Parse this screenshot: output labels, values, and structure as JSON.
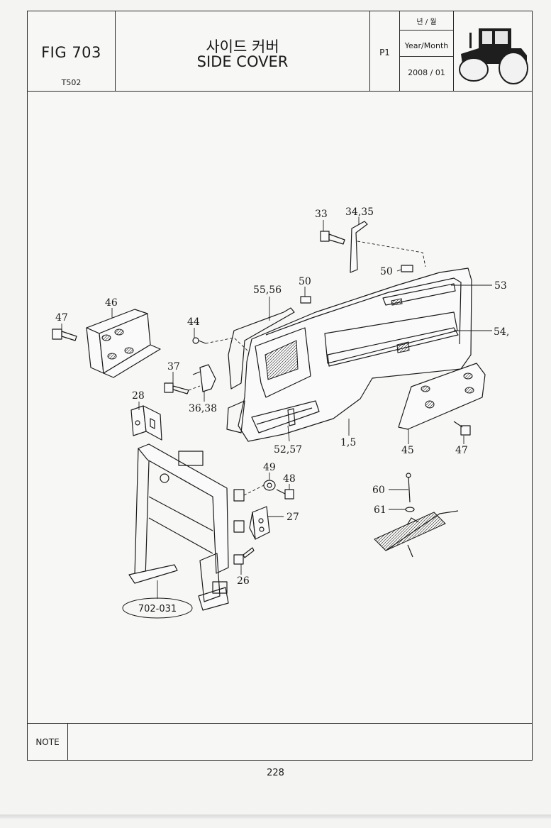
{
  "header": {
    "fig_number": "FIG 703",
    "model": "T502",
    "title_korean": "사이드 커버",
    "title_english": "SIDE COVER",
    "page": "P1",
    "date_label_korean": "년 / 월",
    "date_label_english": "Year/Month",
    "date_value": "2008 / 01"
  },
  "icons": {
    "tractor": "tractor-icon"
  },
  "callouts": [
    "33",
    "34,35",
    "50",
    "50",
    "53",
    "55,56",
    "46",
    "47",
    "44",
    "54,",
    "37",
    "36,38",
    "28",
    "52,57",
    "1,5",
    "45",
    "47",
    "49",
    "48",
    "27",
    "60",
    "61",
    "26"
  ],
  "reference_label": "702-031",
  "note_label": "NOTE",
  "page_number": "228"
}
